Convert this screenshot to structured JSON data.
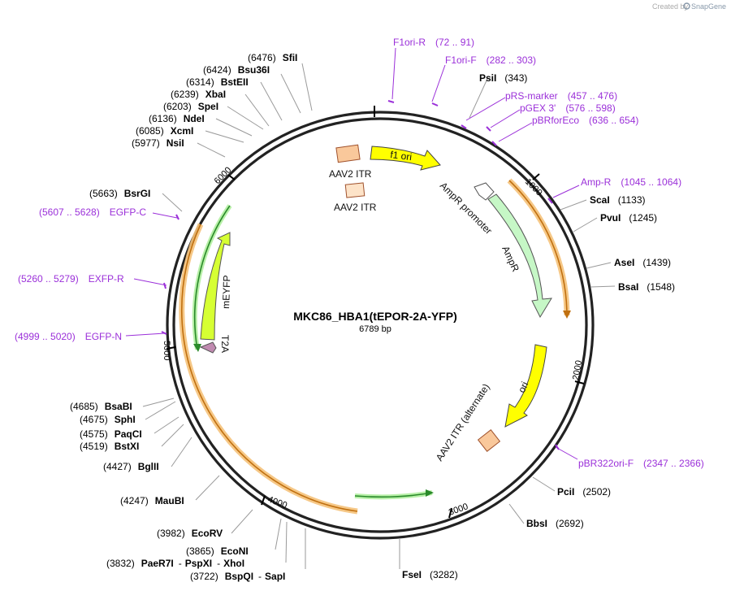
{
  "credit": {
    "prefix": "Created by",
    "brand": "SnapGene"
  },
  "plasmid": {
    "name": "MKC86_HBA1(tEPOR-2A-YFP)",
    "size": "6789 bp"
  },
  "ticks": [
    "1000",
    "2000",
    "3000",
    "4000",
    "5000",
    "6000"
  ],
  "sites": [
    {
      "pos": "(6476)",
      "name": "SfiI"
    },
    {
      "pos": "(6424)",
      "name": "Bsu36I"
    },
    {
      "pos": "(6314)",
      "name": "BstEII"
    },
    {
      "pos": "(6239)",
      "name": "XbaI"
    },
    {
      "pos": "(6203)",
      "name": "SpeI"
    },
    {
      "pos": "(6136)",
      "name": "NdeI"
    },
    {
      "pos": "(6085)",
      "name": "XcmI"
    },
    {
      "pos": "(5977)",
      "name": "NsiI"
    },
    {
      "pos": "(5663)",
      "name": "BsrGI"
    },
    {
      "pos": "(343)",
      "name": "PsiI"
    },
    {
      "pos": "(1133)",
      "name": "ScaI"
    },
    {
      "pos": "(1245)",
      "name": "PvuI"
    },
    {
      "pos": "(1439)",
      "name": "AseI"
    },
    {
      "pos": "(1548)",
      "name": "BsaI"
    },
    {
      "pos": "(2502)",
      "name": "PciI"
    },
    {
      "pos": "(2692)",
      "name": "BbsI"
    },
    {
      "pos": "(3282)",
      "name": "FseI"
    },
    {
      "pos": "(4685)",
      "name": "BsaBI"
    },
    {
      "pos": "(4675)",
      "name": "SphI"
    },
    {
      "pos": "(4575)",
      "name": "PaqCI"
    },
    {
      "pos": "(4519)",
      "name": "BstXI"
    },
    {
      "pos": "(4427)",
      "name": "BglII"
    },
    {
      "pos": "(4247)",
      "name": "MauBI"
    },
    {
      "pos": "(3982)",
      "name": "EcoRV"
    },
    {
      "pos": "(3865)",
      "name": "EcoNI"
    },
    {
      "pos": "(3832)",
      "name": "PaeR7I",
      "name2": "PspXI",
      "name3": "XhoI"
    },
    {
      "pos": "(3722)",
      "name": "BspQI",
      "name2": "SapI"
    }
  ],
  "primers": [
    {
      "name": "F1ori-R",
      "range": "(72 .. 91)"
    },
    {
      "name": "F1ori-F",
      "range": "(282 .. 303)"
    },
    {
      "name": "pRS-marker",
      "range": "(457 .. 476)"
    },
    {
      "name": "pGEX 3'",
      "range": "(576 .. 598)"
    },
    {
      "name": "pBRforEco",
      "range": "(636 .. 654)"
    },
    {
      "name": "Amp-R",
      "range": "(1045 .. 1064)"
    },
    {
      "name": "pBR322ori-F",
      "range": "(2347 .. 2366)"
    },
    {
      "name": "EGFP-C",
      "range": "(5607 .. 5628)"
    },
    {
      "name": "EXFP-R",
      "range": "(5260 .. 5279)"
    },
    {
      "name": "EGFP-N",
      "range": "(4999 .. 5020)"
    }
  ],
  "features": {
    "aav2_itr_1": "AAV2 ITR",
    "aav2_itr_2": "AAV2 ITR",
    "f1_ori": "f1 ori",
    "ampr_promoter": "AmpR promoter",
    "ampr": "AmpR",
    "ori": "ori",
    "aav2_itr_alt": "AAV2 ITR (alternate)",
    "meyfp": "mEYFP",
    "t2a": "T2A"
  },
  "colors": {
    "backbone": "#222222",
    "primer": "#9b30d9",
    "feature_yellow": "#ffff00",
    "feature_green_light": "#c6f7c6",
    "feature_orange_highlight": "#f5c27a",
    "itr": "#f9c89b"
  }
}
